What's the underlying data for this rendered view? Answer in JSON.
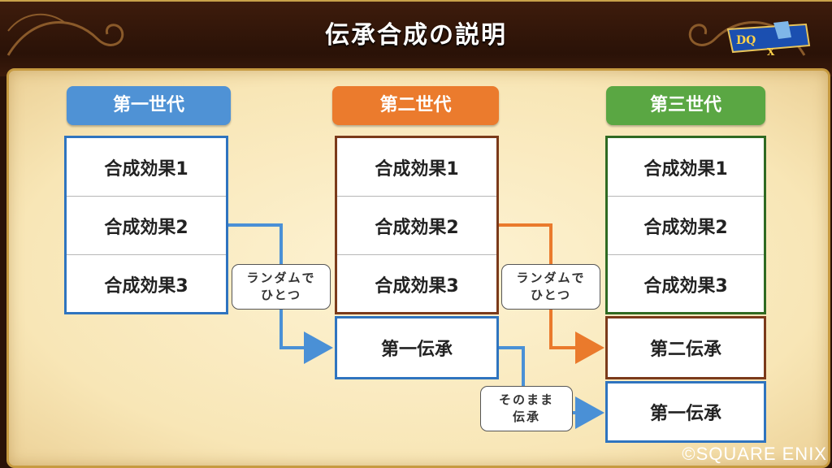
{
  "title": "伝承合成の説明",
  "generations": [
    {
      "label": "第一世代"
    },
    {
      "label": "第二世代"
    },
    {
      "label": "第三世代"
    }
  ],
  "effects": [
    "合成効果1",
    "合成効果2",
    "合成効果3"
  ],
  "inherit": {
    "first": "第一伝承",
    "second": "第二伝承"
  },
  "labels": {
    "random_line1": "ランダムで",
    "random_line2": "ひとつ",
    "keep_line1": "そのまま",
    "keep_line2": "伝承"
  },
  "copyright": "©SQUARE ENIX",
  "colors": {
    "gen1": "#4f92d5",
    "gen2": "#eb7b2d",
    "gen3": "#5aa743",
    "arrow_blue": "#4a90d6",
    "arrow_orange": "#ea7a2c"
  }
}
